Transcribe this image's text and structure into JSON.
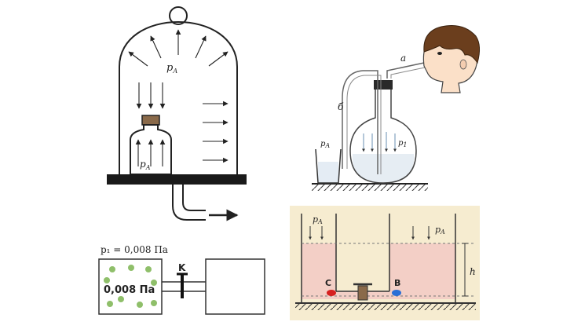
{
  "bell_jar": {
    "label_top": "p",
    "label_top_sub": "A",
    "label_bottle": "p",
    "label_bottle_sub": "A"
  },
  "flask": {
    "tube_a": "а",
    "tube_b": "б",
    "label_left": "p",
    "label_left_sub": "A",
    "label_inside": "p",
    "label_inside_sub": "1"
  },
  "vessel": {
    "p1_text": "p₁ = 0,008 Па",
    "inside_text": "0,008 Па",
    "valve_label": "K"
  },
  "tank": {
    "label_left": "p",
    "label_left_sub": "A",
    "label_right": "p",
    "label_right_sub": "A",
    "point_c": "C",
    "point_b": "B",
    "height_label": "h",
    "colors": {
      "point_c": "#d62020",
      "point_b": "#2a6fd6",
      "water": "#f3cfc6",
      "background": "#f6ecd0"
    }
  }
}
